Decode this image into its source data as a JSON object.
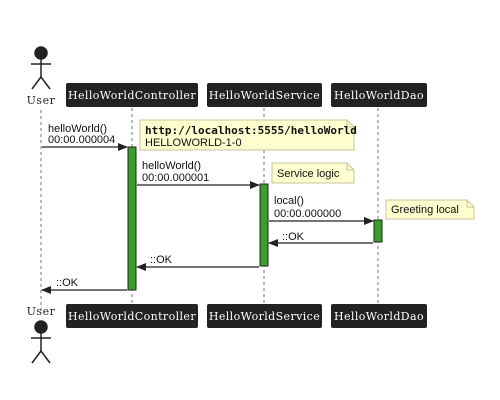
{
  "colors": {
    "participant_bg": "#222222",
    "participant_text": "#ffffff",
    "activation": "#3a9e2a",
    "note_bg": "#fefece",
    "note_border": "#c8c39a",
    "line": "#222222"
  },
  "actor": {
    "label": "User",
    "icon": "stick-figure-icon"
  },
  "participants": [
    {
      "label": "HelloWorldController"
    },
    {
      "label": "HelloWorldService"
    },
    {
      "label": "HelloWorldDao"
    }
  ],
  "messages": [
    {
      "line1": "helloWorld()",
      "line2": "00:00.000004"
    },
    {
      "line1": "helloWorld()",
      "line2": "00:00.000001"
    },
    {
      "line1": "local()",
      "line2": "00:00.000000"
    },
    {
      "line1": "::OK"
    },
    {
      "line1": "::OK"
    },
    {
      "line1": "::OK"
    }
  ],
  "notes": [
    {
      "bold": "http://localhost:5555/helloWorld",
      "text": "HELLOWORLD-1-0"
    },
    {
      "text": "Service logic"
    },
    {
      "text": "Greeting local"
    }
  ]
}
